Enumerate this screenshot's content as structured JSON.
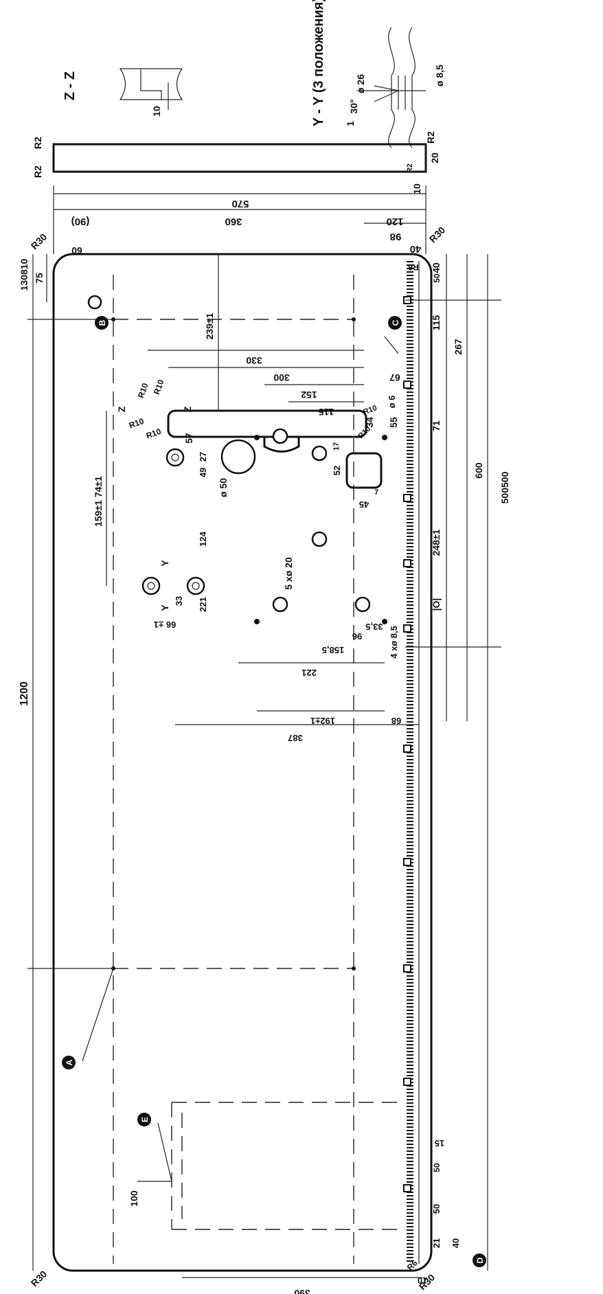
{
  "sections": {
    "zz": "Z - Z",
    "yy": "Y - Y (3 положения)"
  },
  "detail": {
    "d26": "ø 26",
    "d85": "ø 8,5",
    "ang30": "30°",
    "one": "1",
    "ten": "10"
  },
  "side_view": {
    "r2a": "R2",
    "r2b": "R2",
    "r2c": "R2",
    "r2d": "R2",
    "twenty": "20",
    "ten": "10"
  },
  "markers": {
    "A": "A",
    "B": "B",
    "C": "C",
    "D": "D",
    "E": "E"
  },
  "dims": {
    "d570": "570",
    "d90": "(90)",
    "d360": "360",
    "d120": "120",
    "d98": "98",
    "d40top": "40",
    "r30tl": "R30",
    "r30tr": "R30",
    "r30bl": "R30",
    "r30br": "R30",
    "r6t": "R6",
    "r6b": "R6",
    "d60": "60",
    "d75": "75",
    "d130810": "130810",
    "d1200": "1200",
    "d239": "239±1",
    "d330": "330",
    "d300": "300",
    "d152": "152",
    "d115a": "115",
    "d34": "34",
    "d55": "55",
    "d6": "ø 6",
    "d67": "67",
    "d115b": "115",
    "d267": "267",
    "d40b": "40",
    "d71": "71",
    "d600": "600",
    "d500500": "500500",
    "d248": "248±1",
    "d159": "159±1 74±1",
    "d57": "57",
    "d27": "27",
    "d49": "49",
    "d124": "124",
    "d221a": "221",
    "d33": "33",
    "d66": "66 ±1",
    "d50": "ø 50",
    "d52": "52",
    "d17": "17",
    "d45": "45",
    "d7": "7",
    "d5x20": "5 xø 20",
    "d4x85": "4 xø 8,5",
    "d335": "33,5",
    "d96": "96",
    "d1585": "158,5",
    "d221b": "221",
    "d192": "192±1",
    "d68": "68",
    "d387": "387",
    "d15": "15",
    "d100": "100",
    "d390": "390",
    "d50b": "50",
    "d40c": "40",
    "d21": "21",
    "d10b": "10",
    "r10a": "R10",
    "r10b": "R10",
    "r10c": "R10",
    "r10d": "R10",
    "r10e": "R10",
    "r10f": "R10",
    "zlab1": "Z",
    "zlab2": "Z",
    "ylab1": "Y",
    "ylab2": "Y",
    "sym1": "50",
    "sym2": "|O|",
    "sym3": "50"
  }
}
